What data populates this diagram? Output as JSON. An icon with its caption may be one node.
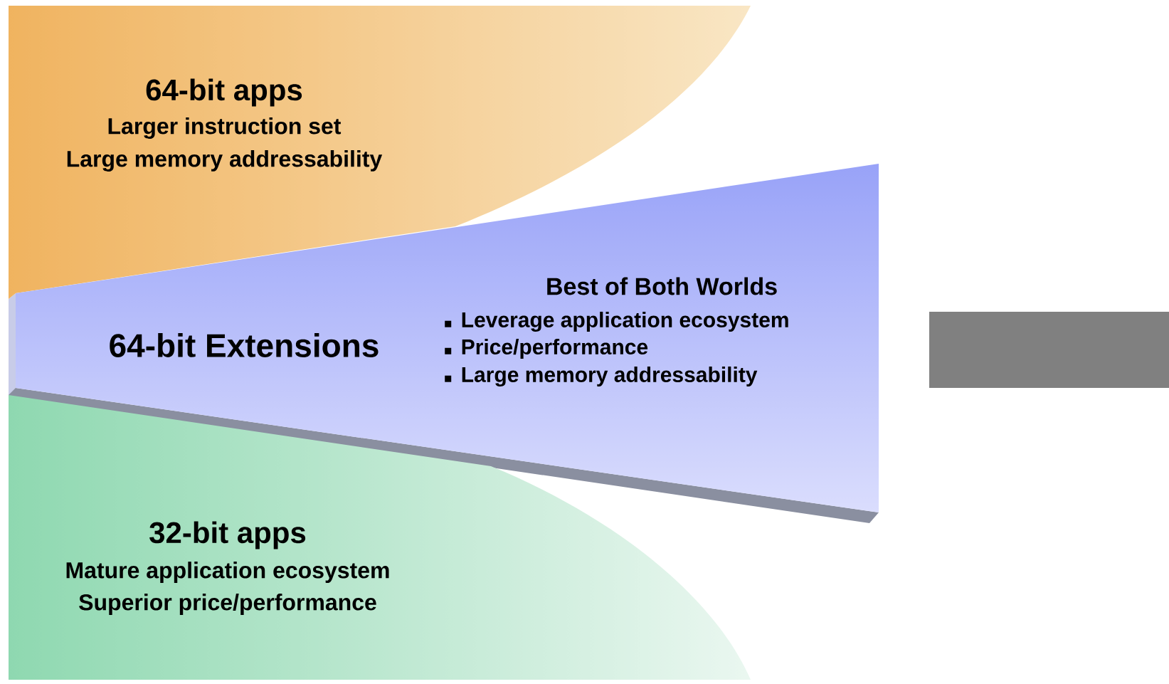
{
  "diagram": {
    "nodes": [
      {
        "text": [
          "64-bit apps",
          "Larger instruction set",
          "Large memory addressability"
        ]
      },
      {
        "text": [
          "64-bit Extensions",
          "Best of Both Worlds",
          "Leverage application ecosystem",
          "Price/performance",
          "Large memory addressability"
        ]
      },
      {
        "text": [
          "32-bit apps",
          "Mature application ecosystem",
          "Superior price/performance"
        ]
      },
      {
        "text": [],
        "shape": "box"
      }
    ]
  }
}
